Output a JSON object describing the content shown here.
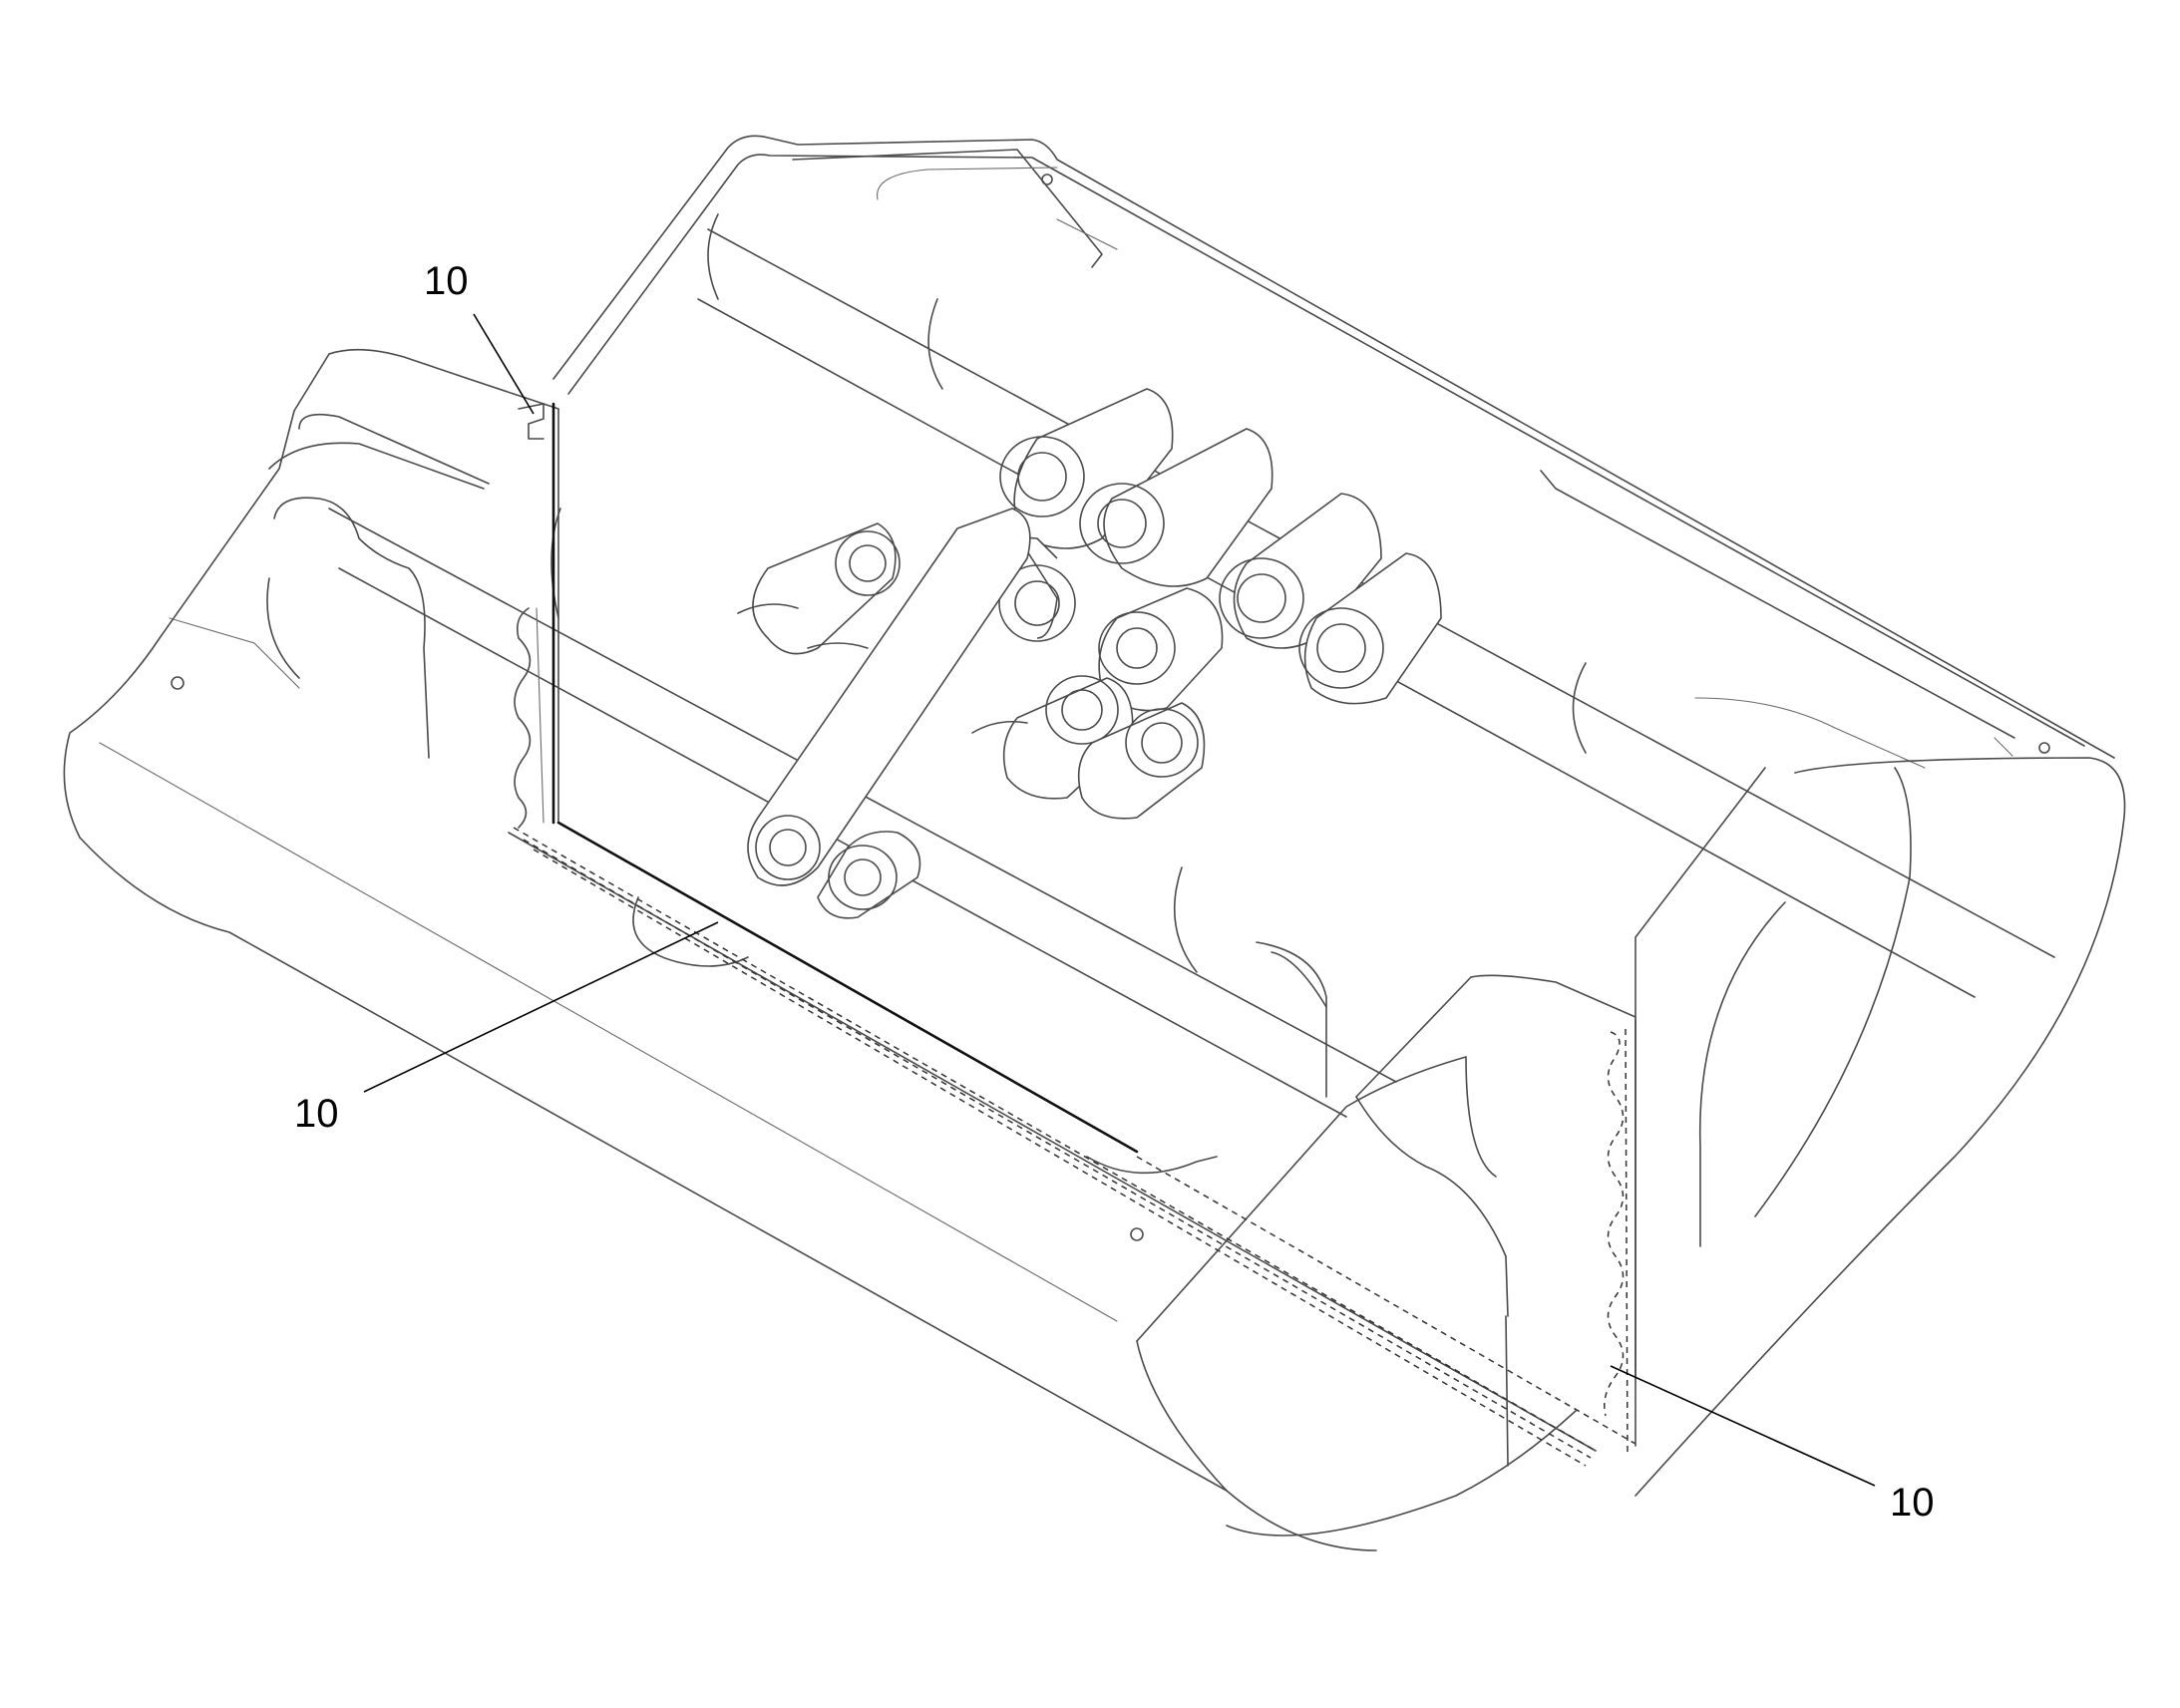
{
  "labels": [
    {
      "id": "liner-top-left",
      "text": "10"
    },
    {
      "id": "liner-bottom",
      "text": "10"
    },
    {
      "id": "liner-right-side",
      "text": "10"
    }
  ],
  "colors": {
    "line": "#4a4a4a",
    "label": "#000000",
    "background": "#ffffff"
  }
}
